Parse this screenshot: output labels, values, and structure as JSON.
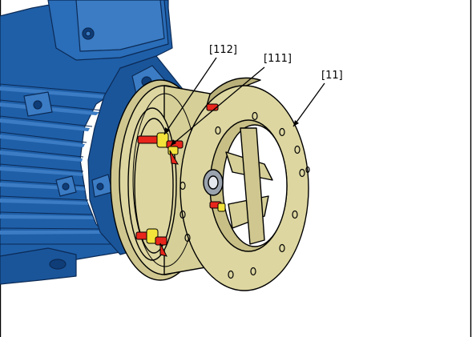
{
  "callouts": {
    "c112": "[112]",
    "c111": "[111]",
    "c11": "[11]"
  },
  "colors": {
    "motor_blue": "#1f5fa8",
    "motor_blue_dark": "#0f3d78",
    "motor_blue_light": "#3b7cc4",
    "flange_yellow": "#ddd6a0",
    "flange_yellow_dark": "#b9b07a",
    "bolt_red": "#e8261c",
    "bolt_yellow": "#f2e23a",
    "frame": "#000000"
  },
  "icons": {
    "arrow": "arrow-icon"
  }
}
